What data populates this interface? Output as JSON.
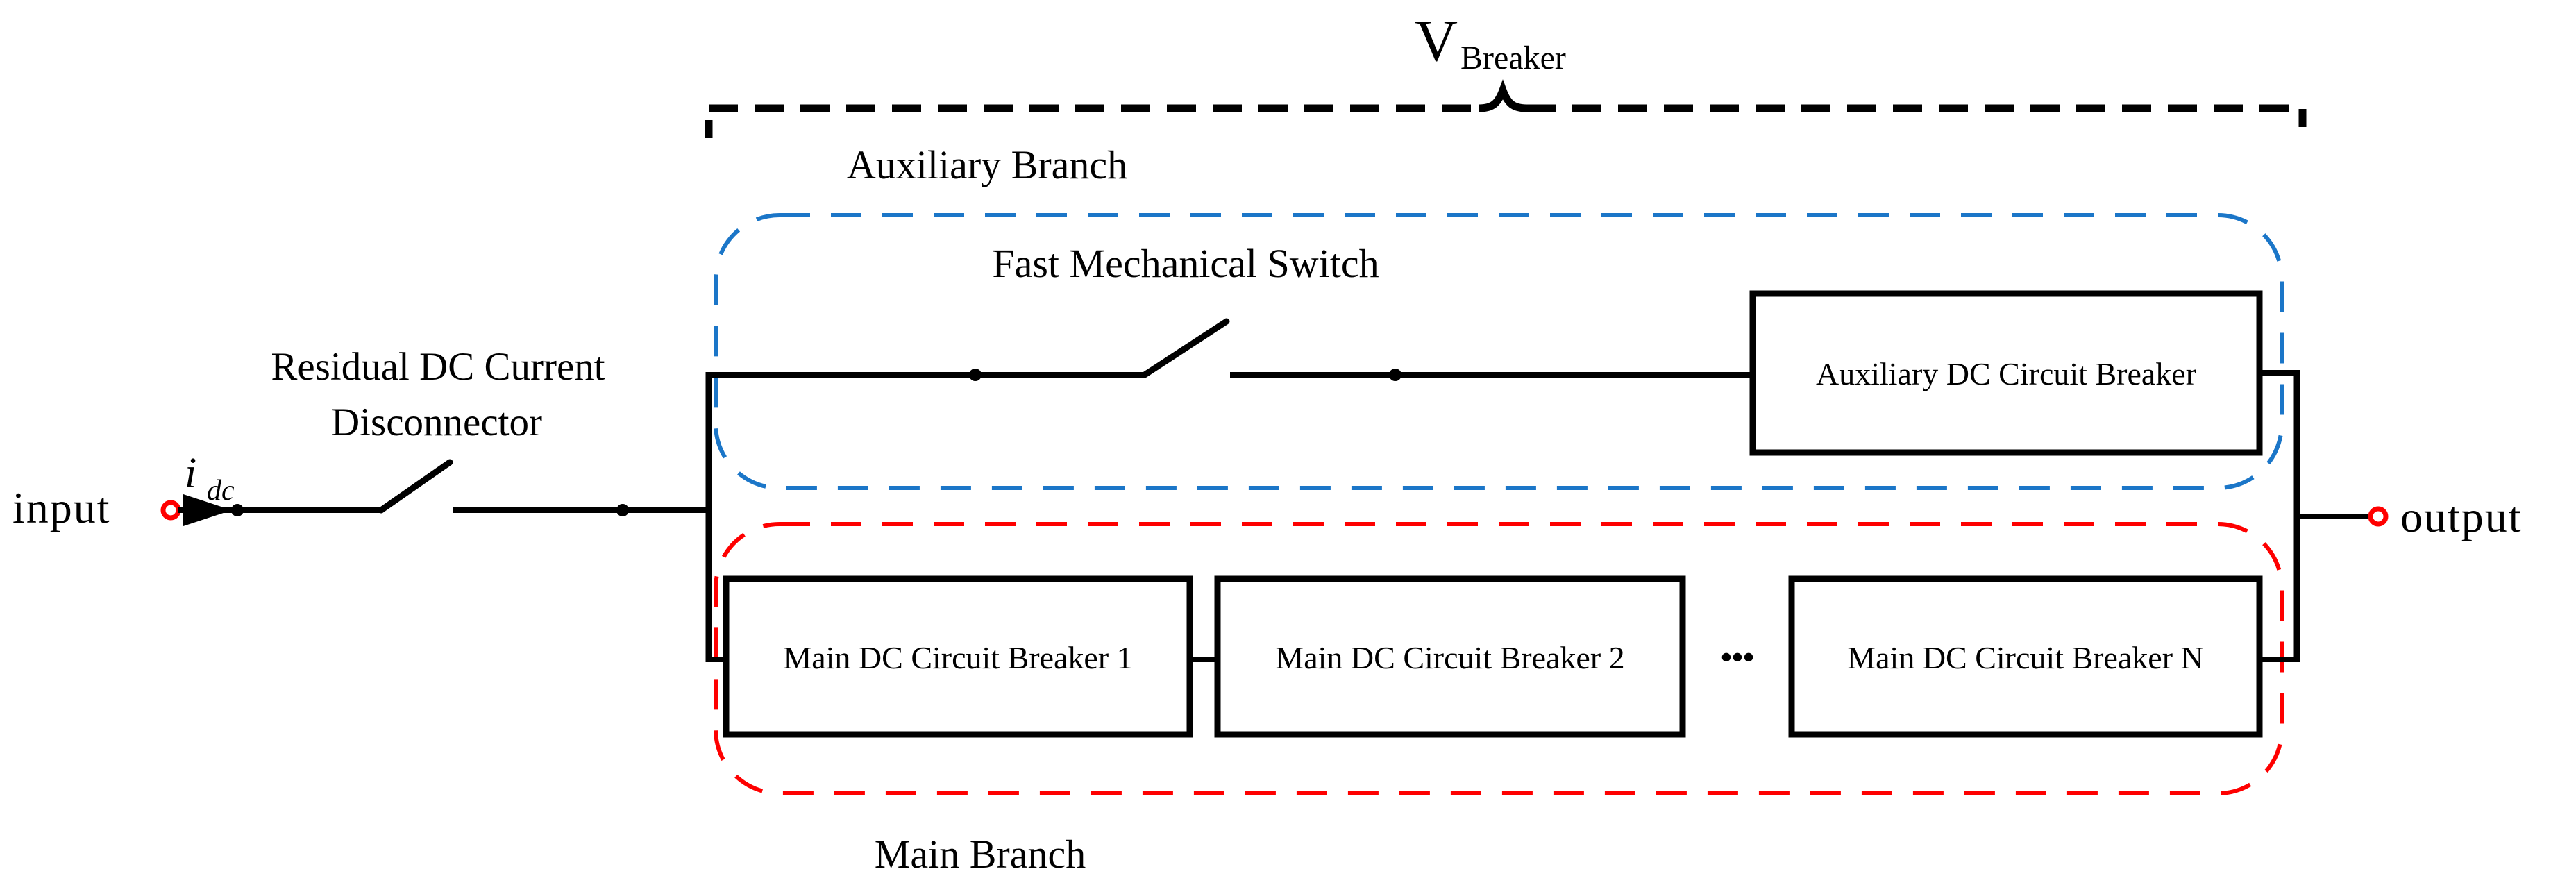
{
  "figure": {
    "voltage_label": {
      "base": "V",
      "subscript": "Breaker"
    },
    "input": {
      "label": "input",
      "current_base": "i",
      "current_subscript": "dc"
    },
    "output": {
      "label": "output"
    },
    "residual_disconnector": {
      "line1": "Residual DC Current",
      "line2": "Disconnector"
    },
    "auxiliary_branch": {
      "label": "Auxiliary Branch",
      "color": "#1B76C8",
      "fast_mechanical_switch": "Fast Mechanical Switch",
      "breaker": "Auxiliary DC Circuit Breaker"
    },
    "main_branch": {
      "label": "Main Branch",
      "color": "#FE0000",
      "breakers": [
        "Main DC Circuit Breaker 1",
        "Main DC Circuit Breaker 2",
        "Main DC Circuit Breaker N"
      ],
      "ellipsis": "•••"
    },
    "colors": {
      "wire": "#000000",
      "terminal": "#FF0000"
    }
  }
}
